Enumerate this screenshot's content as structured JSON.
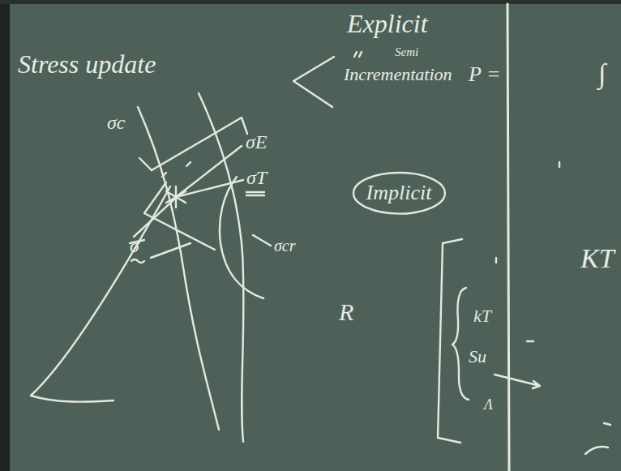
{
  "diagram": {
    "nodes": [
      {
        "text": [
          "Implicit"
        ]
      }
    ],
    "labels": [
      "Stress update",
      "Explicit",
      "Semi",
      "Incrementation",
      "P =",
      "∫",
      "σc",
      "σE",
      "σT",
      "σ",
      "σcr",
      "R",
      "kT",
      "Su",
      "Λ",
      "KT"
    ]
  }
}
